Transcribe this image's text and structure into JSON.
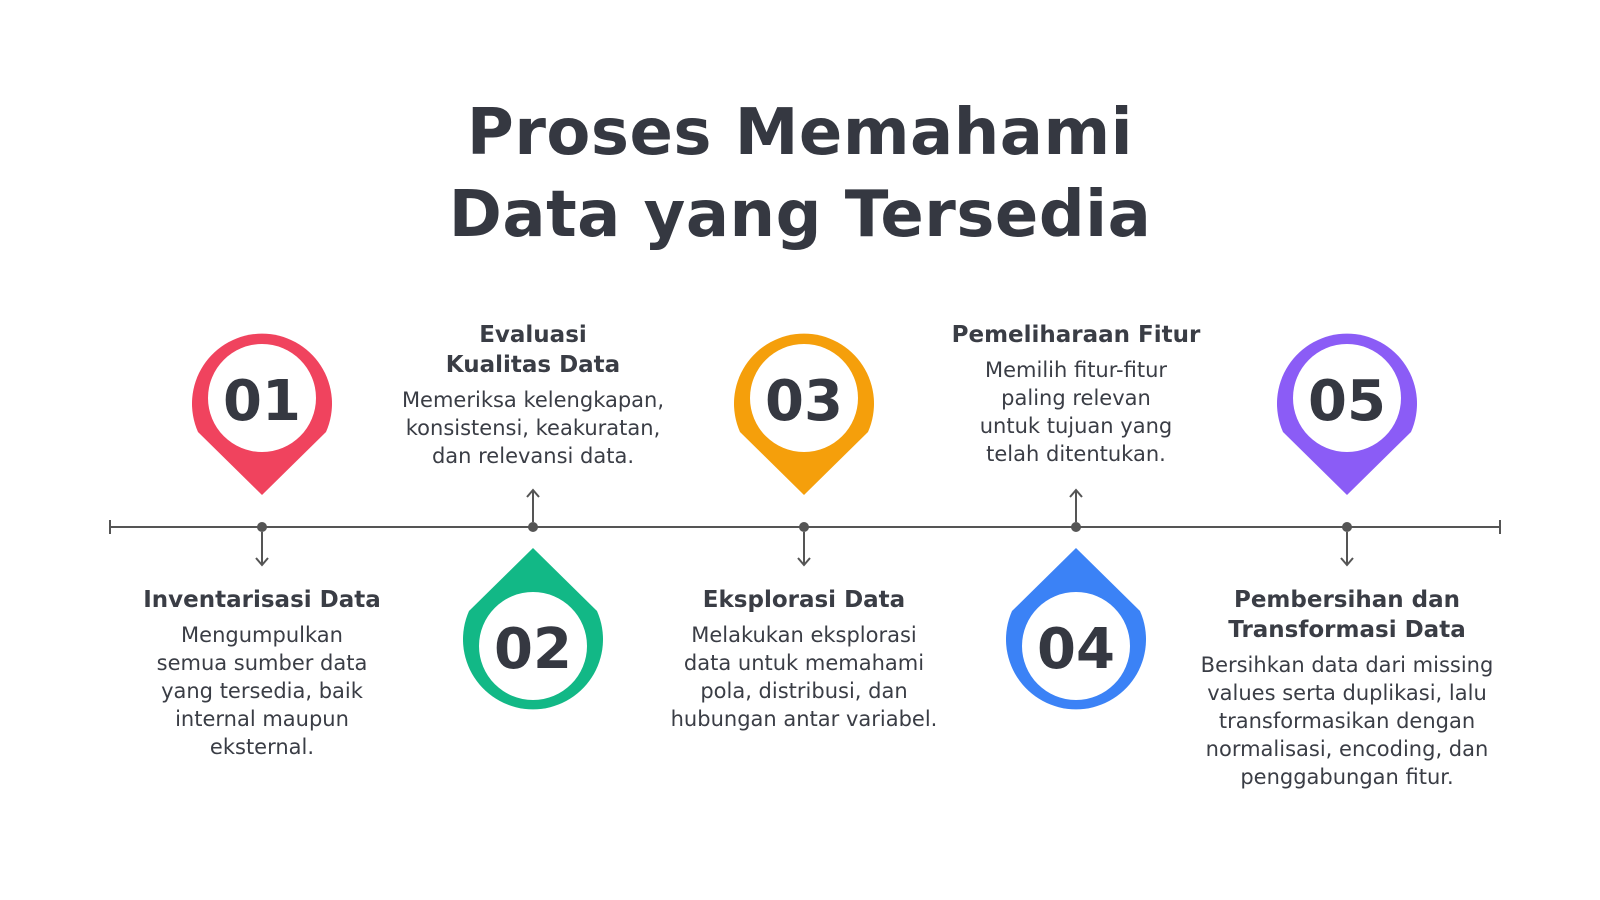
{
  "title": {
    "line1": "Proses Memahami",
    "line2": "Data yang Tersedia"
  },
  "steps": [
    {
      "number": "01",
      "heading": "Inventarisasi Data",
      "description": "Mengumpulkan\nsemua sumber data\nyang tersedia, baik\ninternal maupun\neksternal.",
      "color": "#f0435e"
    },
    {
      "number": "02",
      "heading": "Evaluasi\nKualitas Data",
      "description": "Memeriksa kelengkapan,\nkonsistensi, keakuratan,\ndan relevansi data.",
      "color": "#12b886"
    },
    {
      "number": "03",
      "heading": "Eksplorasi Data",
      "description": "Melakukan eksplorasi\ndata untuk memahami\npola, distribusi, dan\nhubungan antar variabel.",
      "color": "#f59f0b"
    },
    {
      "number": "04",
      "heading": "Pemeliharaan Fitur",
      "description": "Memilih fitur-fitur\npaling relevan\nuntuk tujuan yang\ntelah ditentukan.",
      "color": "#3b82f6"
    },
    {
      "number": "05",
      "heading": "Pembersihan dan\nTransformasi Data",
      "description": "Bersihkan data dari missing\nvalues serta duplikasi, lalu\ntransformasikan dengan\nnormalisasi, encoding, dan\npenggabungan fitur.",
      "color": "#8b5cf6"
    }
  ],
  "icons": {
    "pin": "map-pin-icon",
    "arrow_down": "arrow-down-icon",
    "arrow_up": "arrow-up-icon"
  },
  "colors": {
    "text": "#353841",
    "line": "#555555"
  }
}
